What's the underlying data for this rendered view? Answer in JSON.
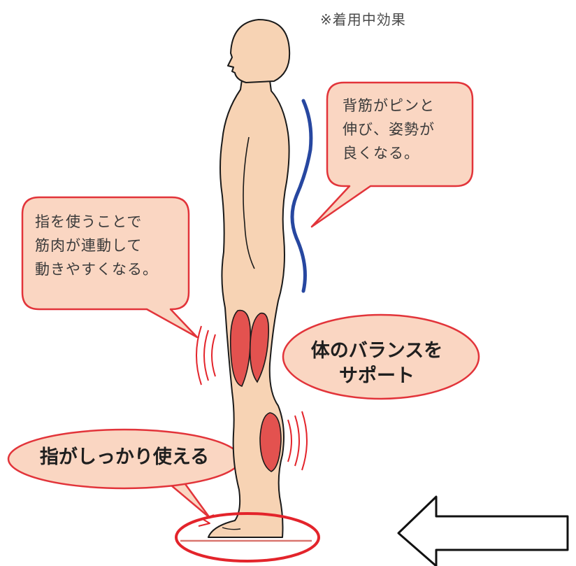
{
  "note": "※着用中効果",
  "callouts": {
    "posture": [
      "背筋がピンと",
      "伸び、姿勢が",
      "良くなる。"
    ],
    "muscles": [
      "指を使うことで",
      "筋肉が連動して",
      "動きやすくなる。"
    ],
    "balance": [
      "体のバランスを",
      "サポート"
    ],
    "toes": "指がしっかり使える"
  },
  "colors": {
    "skin": "#f7d3b4",
    "outline": "#1a1a1a",
    "bubble_fill": "#fad6c2",
    "bubble_border": "#e2343a",
    "muscle": "#e3524f",
    "spine_line": "#2747a0",
    "highlight_ellipse": "#e3242b",
    "ground_line": "#d9766f",
    "arrow": "#111111"
  },
  "icons": [
    "figure-silhouette",
    "spine-curve-line",
    "muscle-highlight",
    "vibration-arcs",
    "foot-highlight-ellipse",
    "left-arrow-icon"
  ]
}
